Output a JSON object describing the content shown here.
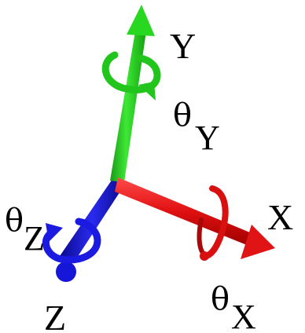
{
  "axes": {
    "y": {
      "label": "Y",
      "rotation_symbol": "θ",
      "rotation_subscript": "Y",
      "color": "#22c51c"
    },
    "x": {
      "label": "X",
      "rotation_symbol": "θ",
      "rotation_subscript": "X",
      "color": "#e01010"
    },
    "z": {
      "label": "Z",
      "rotation_symbol": "θ",
      "rotation_subscript": "Z",
      "color": "#1414c8"
    }
  }
}
